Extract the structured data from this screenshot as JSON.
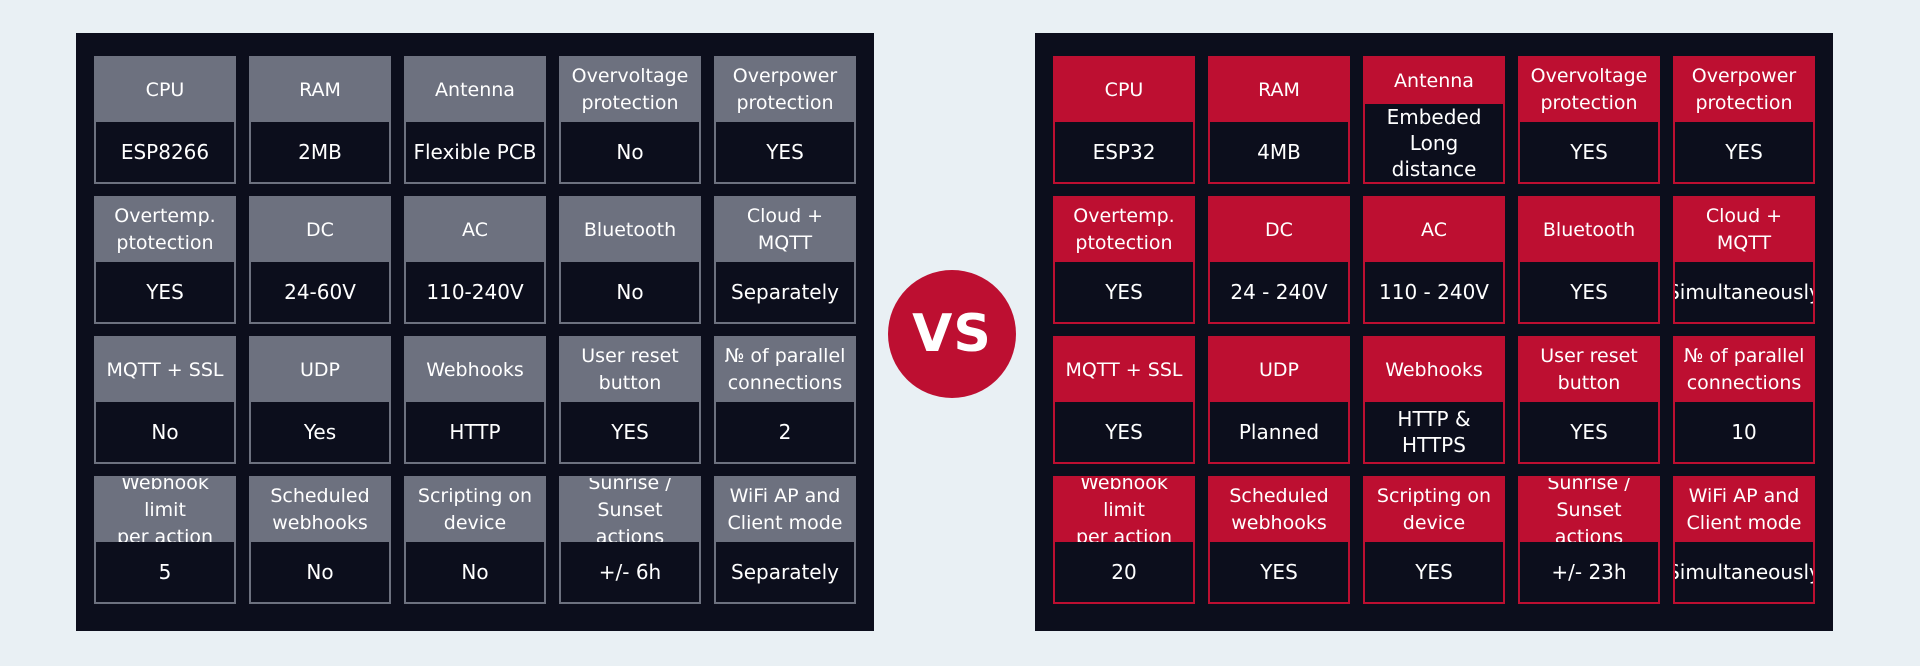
{
  "colors": {
    "background": "#e9f0f4",
    "panel": "#0c0e1c",
    "left_accent": "#6d717f",
    "right_accent": "#bd0f31",
    "text": "#ffffff"
  },
  "vs_label": "VS",
  "left": {
    "cells": [
      {
        "label": "CPU",
        "value": "ESP8266"
      },
      {
        "label": "RAM",
        "value": "2MB"
      },
      {
        "label": "Antenna",
        "value": "Flexible PCB"
      },
      {
        "label": "Overvoltage\nprotection",
        "value": "No"
      },
      {
        "label": "Overpower\nprotection",
        "value": "YES"
      },
      {
        "label": "Overtemp.\nptotection",
        "value": "YES"
      },
      {
        "label": "DC",
        "value": "24-60V"
      },
      {
        "label": "AC",
        "value": "110-240V"
      },
      {
        "label": "Bluetooth",
        "value": "No"
      },
      {
        "label": "Cloud + MQTT",
        "value": "Separately"
      },
      {
        "label": "MQTT + SSL",
        "value": "No"
      },
      {
        "label": "UDP",
        "value": "Yes"
      },
      {
        "label": "Webhooks",
        "value": "HTTP"
      },
      {
        "label": "User reset\nbutton",
        "value": "YES"
      },
      {
        "label": "№ of parallel\nconnections",
        "value": "2"
      },
      {
        "label": "Webhook limit\nper action",
        "value": "5"
      },
      {
        "label": "Scheduled\nwebhooks",
        "value": "No"
      },
      {
        "label": "Scripting on\ndevice",
        "value": "No"
      },
      {
        "label": "Sunrise / Sunset\nactions",
        "value": "+/- 6h"
      },
      {
        "label": "WiFi AP and\nClient mode",
        "value": "Separately"
      }
    ]
  },
  "right": {
    "cells": [
      {
        "label": "CPU",
        "value": "ESP32"
      },
      {
        "label": "RAM",
        "value": "4MB"
      },
      {
        "label": "Antenna",
        "value": "Embeded\nLong distance"
      },
      {
        "label": "Overvoltage\nprotection",
        "value": "YES"
      },
      {
        "label": "Overpower\nprotection",
        "value": "YES"
      },
      {
        "label": "Overtemp.\nptotection",
        "value": "YES"
      },
      {
        "label": "DC",
        "value": "24 - 240V"
      },
      {
        "label": "AC",
        "value": "110 - 240V"
      },
      {
        "label": "Bluetooth",
        "value": "YES"
      },
      {
        "label": "Cloud + MQTT",
        "value": "Simultaneously"
      },
      {
        "label": "MQTT + SSL",
        "value": "YES"
      },
      {
        "label": "UDP",
        "value": "Planned"
      },
      {
        "label": "Webhooks",
        "value": "HTTP & HTTPS"
      },
      {
        "label": "User reset\nbutton",
        "value": "YES"
      },
      {
        "label": "№ of parallel\nconnections",
        "value": "10"
      },
      {
        "label": "Webhook limit\nper action",
        "value": "20"
      },
      {
        "label": "Scheduled\nwebhooks",
        "value": "YES"
      },
      {
        "label": "Scripting on\ndevice",
        "value": "YES"
      },
      {
        "label": "Sunrise / Sunset\nactions",
        "value": "+/- 23h"
      },
      {
        "label": "WiFi AP and\nClient mode",
        "value": "Simultaneously"
      }
    ]
  }
}
